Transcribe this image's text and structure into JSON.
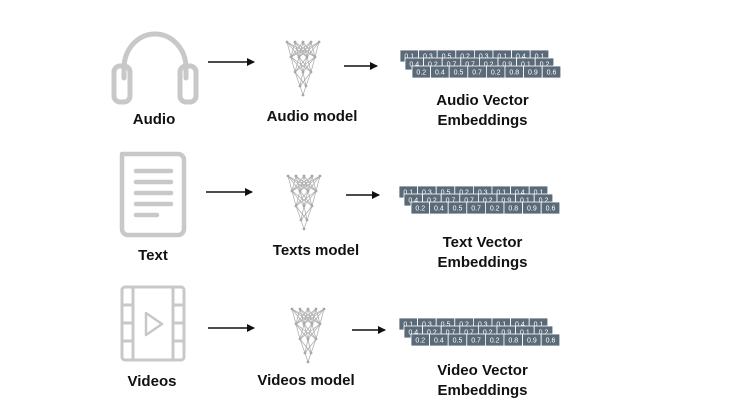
{
  "rows": [
    {
      "id": "audio",
      "input_label": "Audio",
      "input_icon": "headphones-icon",
      "model_label": "Audio model",
      "output_line1": "Audio Vector",
      "output_line2": "Embeddings"
    },
    {
      "id": "text",
      "input_label": "Text",
      "input_icon": "document-icon",
      "model_label": "Texts model",
      "output_line1": "Text Vector",
      "output_line2": "Embeddings"
    },
    {
      "id": "video",
      "input_label": "Videos",
      "input_icon": "video-film-icon",
      "model_label": "Videos model",
      "output_line1": "Video Vector",
      "output_line2": "Embeddings"
    }
  ],
  "embedding_values": {
    "back": [
      "0.1",
      "0.3",
      "0.5",
      "0.2",
      "0.3",
      "0.1",
      "0.4",
      "0.1"
    ],
    "middle": [
      "0.4",
      "0.2",
      "0.7",
      "0.7",
      "0.2",
      "0.9",
      "0.1",
      "0.2"
    ],
    "front": [
      "0.2",
      "0.4",
      "0.5",
      "0.7",
      "0.2",
      "0.8",
      "0.9",
      "0.6"
    ]
  },
  "colors": {
    "icon_gray": "#c8c8c8",
    "network_gray": "#a8a8a8",
    "cell_fill": "#5a6a78",
    "cell_border": "#ffffff",
    "arrow": "#111111",
    "text": "#111111"
  }
}
